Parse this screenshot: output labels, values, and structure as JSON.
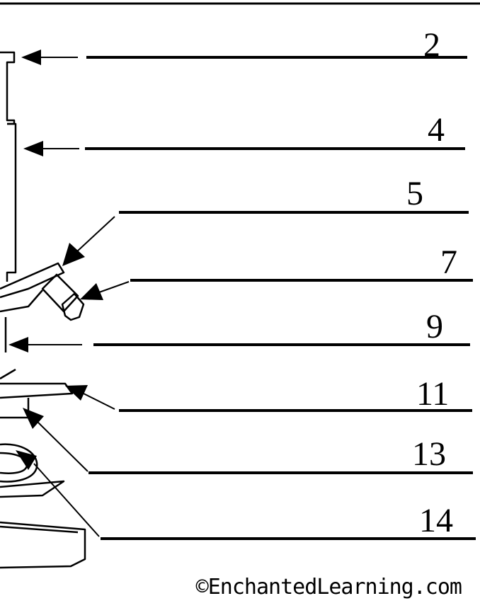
{
  "labels": {
    "l2": "2",
    "l4": "4",
    "l5": "5",
    "l7": "7",
    "l9": "9",
    "l11": "11",
    "l13": "13",
    "l14": "14"
  },
  "credit": "©EnchantedLearning.com"
}
